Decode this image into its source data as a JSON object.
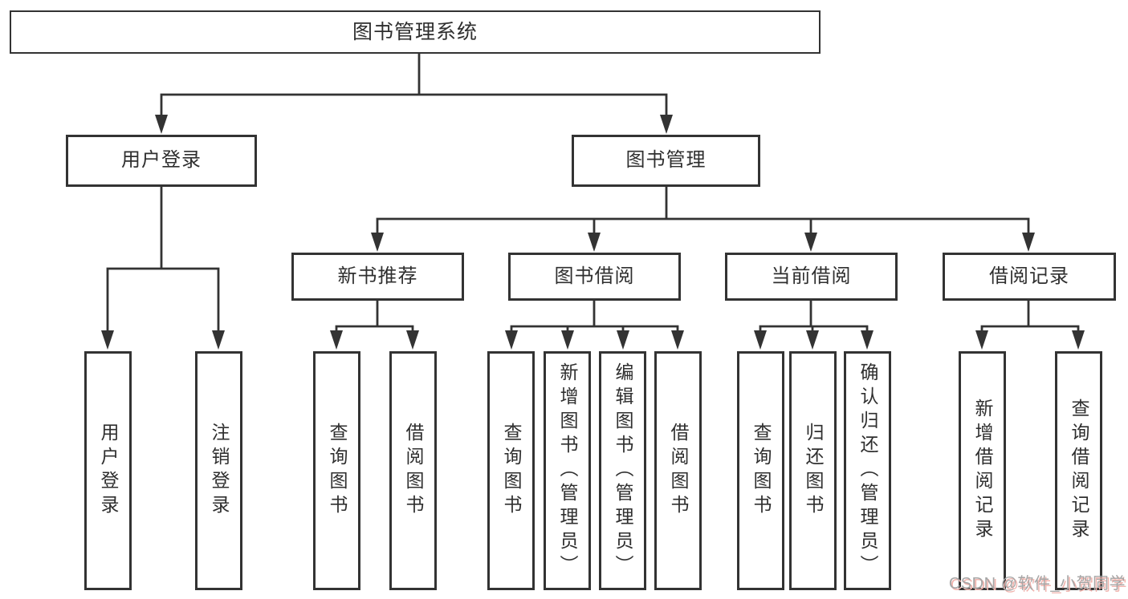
{
  "diagram_title": "图书管理系统",
  "tree": {
    "root": {
      "label": "图书管理系统"
    },
    "branches": [
      {
        "label": "用户登录",
        "leaves": [
          "用户登录",
          "注销登录"
        ]
      },
      {
        "label": "图书管理",
        "sections": [
          {
            "label": "新书推荐",
            "leaves": [
              "查询图书",
              "借阅图书"
            ]
          },
          {
            "label": "图书借阅",
            "leaves": [
              "查询图书",
              "新增图书（管理员）",
              "编辑图书（管理员）",
              "借阅图书"
            ]
          },
          {
            "label": "当前借阅",
            "leaves": [
              "查询图书",
              "归还图书",
              "确认归还（管理员）"
            ]
          },
          {
            "label": "借阅记录",
            "leaves": [
              "新增借阅记录",
              "查询借阅记录"
            ]
          }
        ]
      }
    ]
  },
  "watermark": {
    "text": "CSDN @软件_小贺同学"
  },
  "colors": {
    "line": "#333333",
    "text": "#2f2f2f",
    "background": "#ffffff",
    "box_background": "#ffffff",
    "watermark_text": "#a6a6a6",
    "watermark_shadow": "#f0b4ae"
  }
}
